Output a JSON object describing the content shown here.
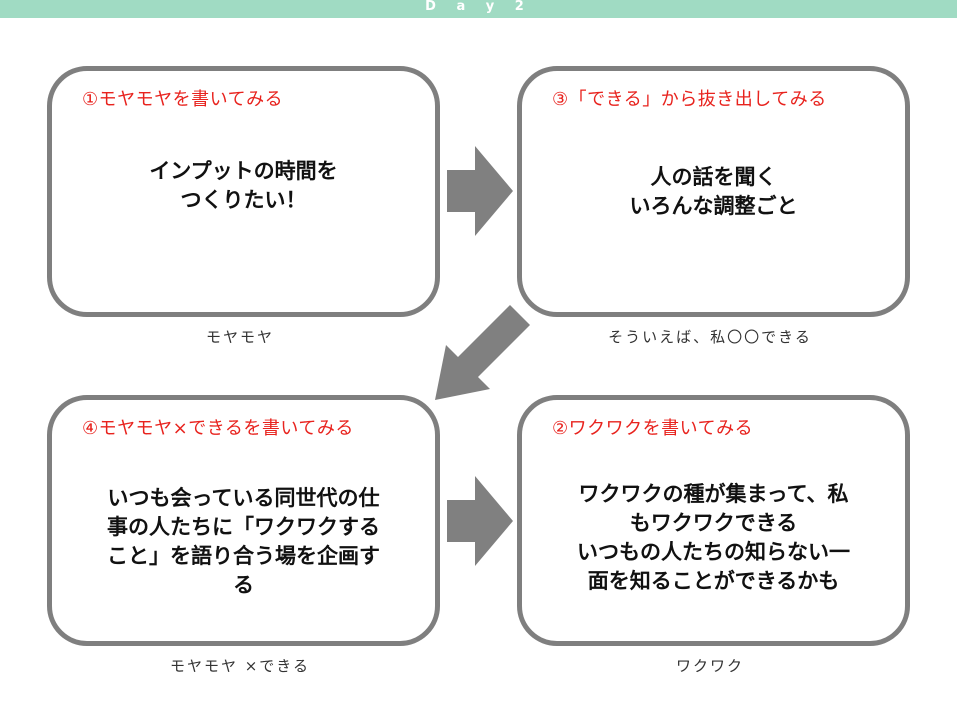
{
  "header": {
    "title": "D a y 2"
  },
  "boxes": {
    "moyamoya": {
      "heading": "①モヤモヤを書いてみる",
      "lines": [
        "インプットの時間を",
        "つくりたい！"
      ],
      "caption": "モヤモヤ"
    },
    "dekiru": {
      "heading": "③「できる」から抜き出してみる",
      "lines": [
        "人の話を聞く",
        "いろんな調整ごと"
      ],
      "caption": "そういえば、私〇〇できる"
    },
    "combine": {
      "heading": "④モヤモヤ×できるを書いてみる",
      "lines": [
        "いつも会っている同世代の仕",
        "事の人たちに「ワクワクする",
        "こと」を語り合う場を企画す",
        "る"
      ],
      "caption": "モヤモヤ ×できる"
    },
    "wakuwaku": {
      "heading": "②ワクワクを書いてみる",
      "lines": [
        "ワクワクの種が集まって、私",
        "もワクワクできる",
        "いつもの人たちの知らない一",
        "面を知ることができるかも"
      ],
      "caption": "ワクワク"
    }
  },
  "colors": {
    "header_bar": "#a0dbc3",
    "box_border": "#7f7f7f",
    "arrow": "#808080",
    "heading_text": "#e8231e"
  }
}
